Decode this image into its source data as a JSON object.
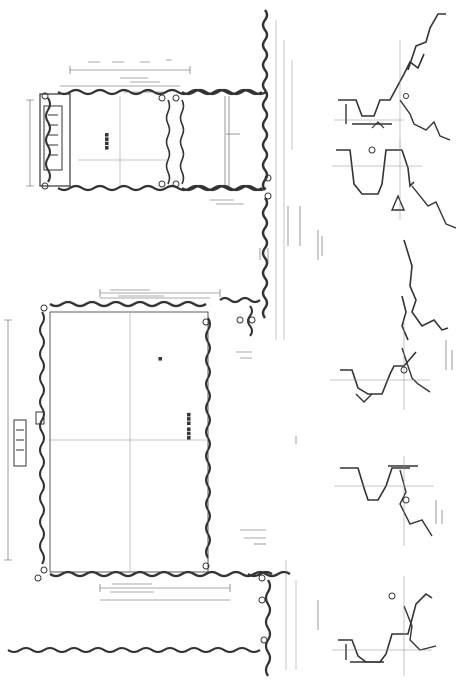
{
  "drawing": {
    "type": "shop-drawing scan (rotated)",
    "colors": {
      "ink": "#1c1c1c",
      "paper": "#ffffff",
      "smudge": "#9a9a9a"
    },
    "details": [
      {
        "name": "detail-upper-right"
      },
      {
        "name": "detail-mid-right"
      },
      {
        "name": "detail-center-right"
      },
      {
        "name": "detail-lower-right"
      },
      {
        "name": "detail-bottom-right"
      }
    ]
  }
}
